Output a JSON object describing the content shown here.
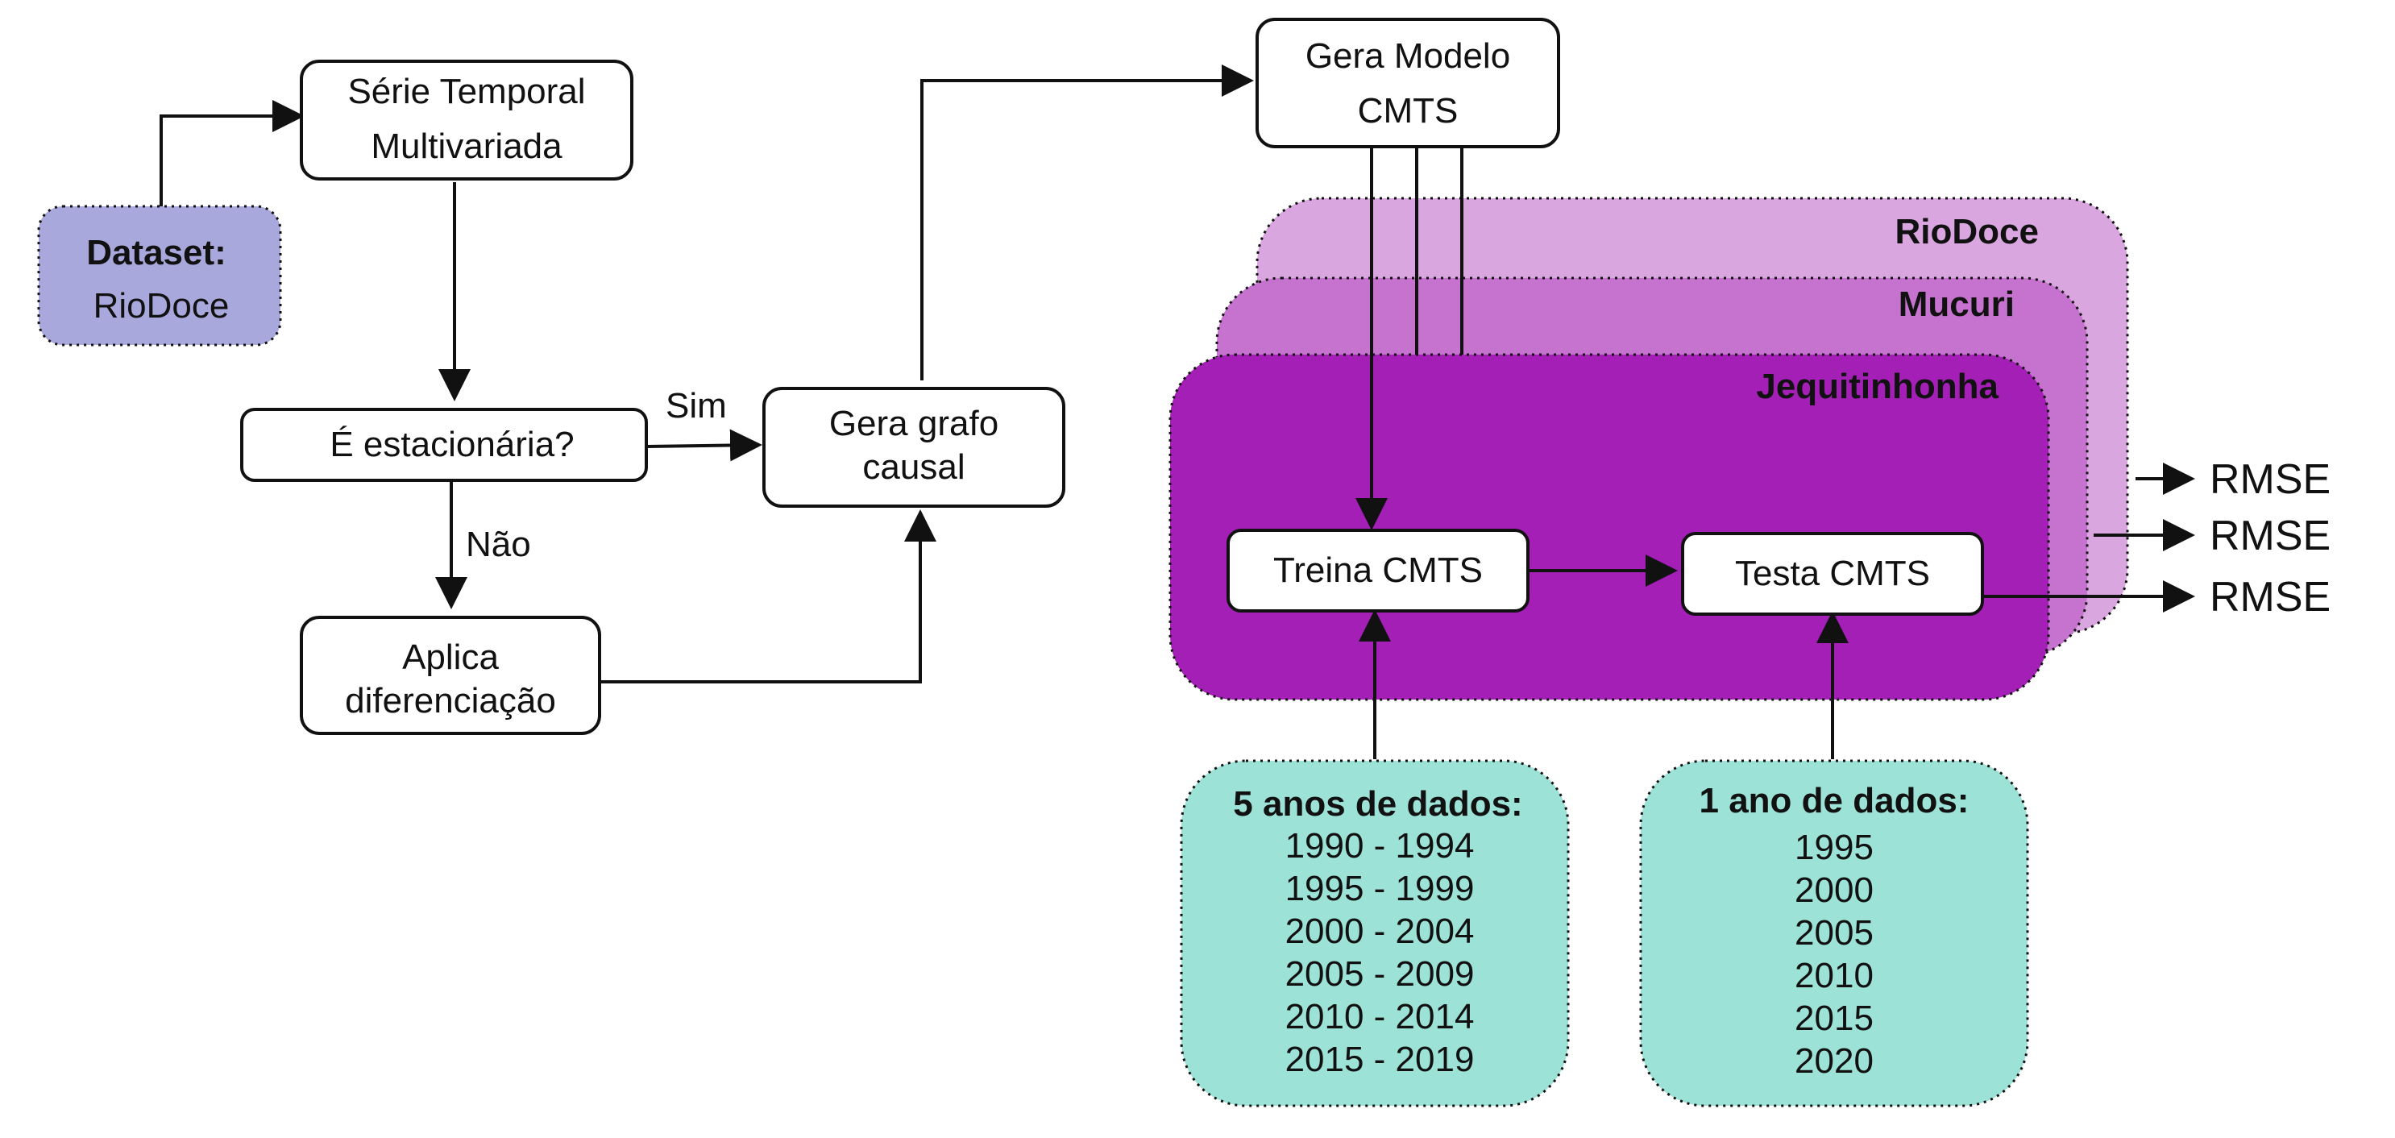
{
  "nodes": {
    "serie_temporal": {
      "line1": "Série Temporal",
      "line2": "Multivariada"
    },
    "dataset": {
      "title": "Dataset:",
      "value": "RioDoce"
    },
    "estacionaria": {
      "label": "É estacionária?"
    },
    "aplica_diferenciacao": {
      "line1": "Aplica",
      "line2": "diferenciação"
    },
    "gera_grafo": {
      "line1": "Gera grafo",
      "line2": "causal"
    },
    "gera_modelo": {
      "line1": "Gera Modelo",
      "line2": "CMTS"
    },
    "treina": {
      "label": "Treina CMTS"
    },
    "testa": {
      "label": "Testa CMTS"
    }
  },
  "edge_labels": {
    "sim": "Sim",
    "nao": "Não"
  },
  "regions": [
    {
      "name": "RioDoce",
      "color": "#d9a6df"
    },
    {
      "name": "Mucuri",
      "color": "#c672cf"
    },
    {
      "name": "Jequitinhonha",
      "color": "#a31fb5"
    }
  ],
  "outputs": [
    "RMSE",
    "RMSE",
    "RMSE"
  ],
  "train_data": {
    "title": "5 anos de dados:",
    "periods": [
      "1990 - 1994",
      "1995 - 1999",
      "2000 - 2004",
      "2005 - 2009",
      "2010 - 2014",
      "2015 - 2019"
    ]
  },
  "test_data": {
    "title": "1 ano de dados:",
    "years": [
      "1995",
      "2000",
      "2005",
      "2010",
      "2015",
      "2020"
    ]
  },
  "colors": {
    "dataset_fill": "#a8a8dc",
    "data_box_fill": "#9de2d6",
    "stroke": "#111111"
  }
}
